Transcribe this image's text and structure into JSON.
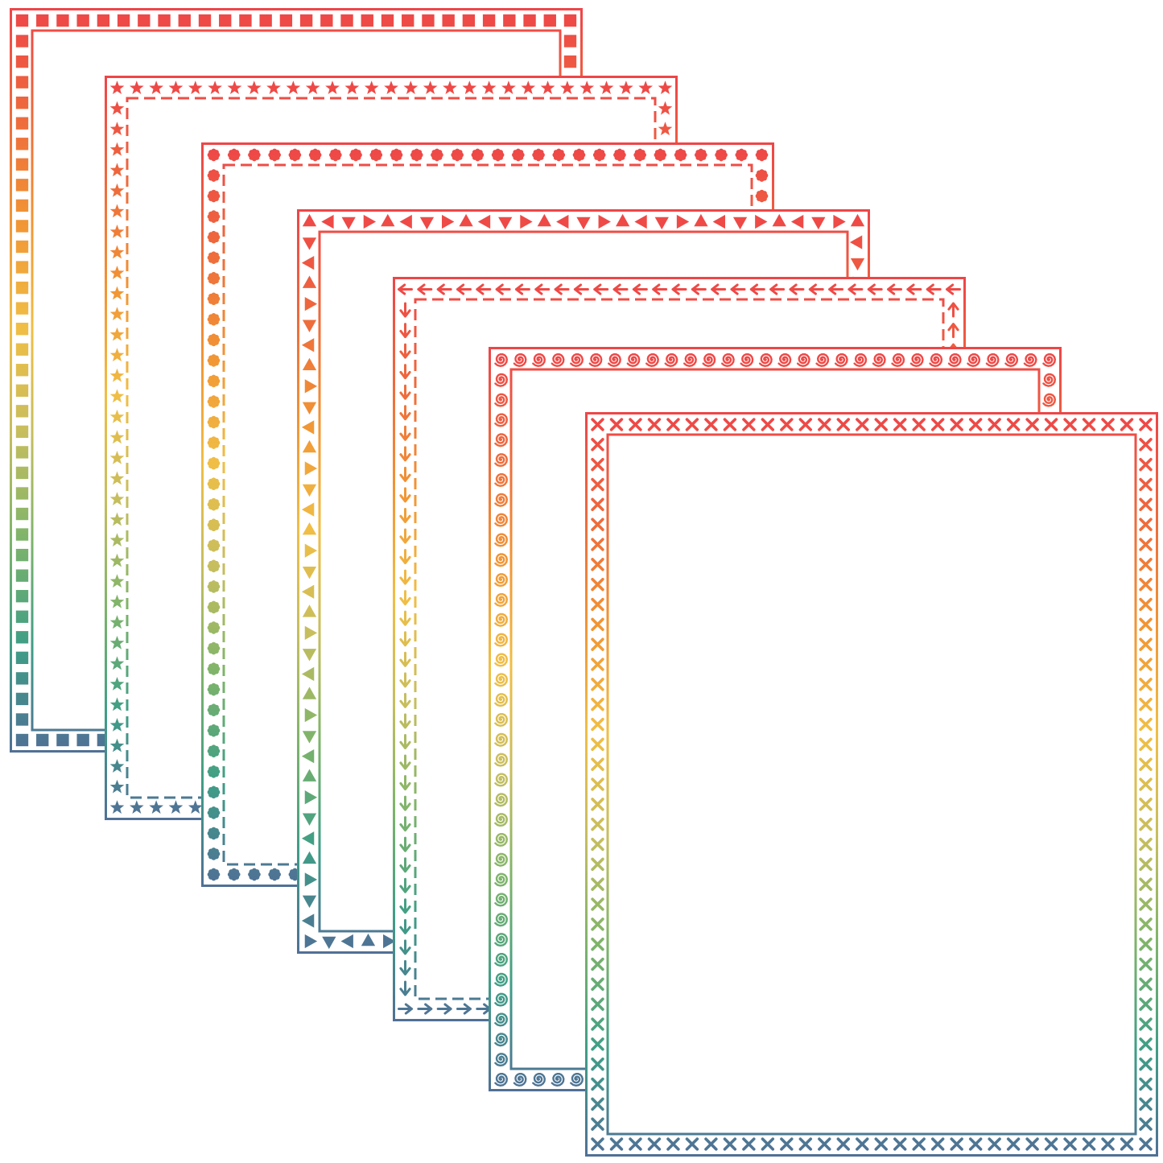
{
  "gradient_colors": [
    "#EE4548",
    "#EE6A3C",
    "#F19534",
    "#F0BE45",
    "#C6BE5E",
    "#7EB46A",
    "#3F9E86",
    "#507096"
  ],
  "frames": [
    {
      "name": "square-border-frame",
      "pattern": "square"
    },
    {
      "name": "star-border-frame",
      "pattern": "star"
    },
    {
      "name": "flower-border-frame",
      "pattern": "flower"
    },
    {
      "name": "triangle-border-frame",
      "pattern": "triangle"
    },
    {
      "name": "arrow-border-frame",
      "pattern": "arrow"
    },
    {
      "name": "spiral-border-frame",
      "pattern": "spiral"
    },
    {
      "name": "cross-border-frame",
      "pattern": "cross"
    }
  ]
}
